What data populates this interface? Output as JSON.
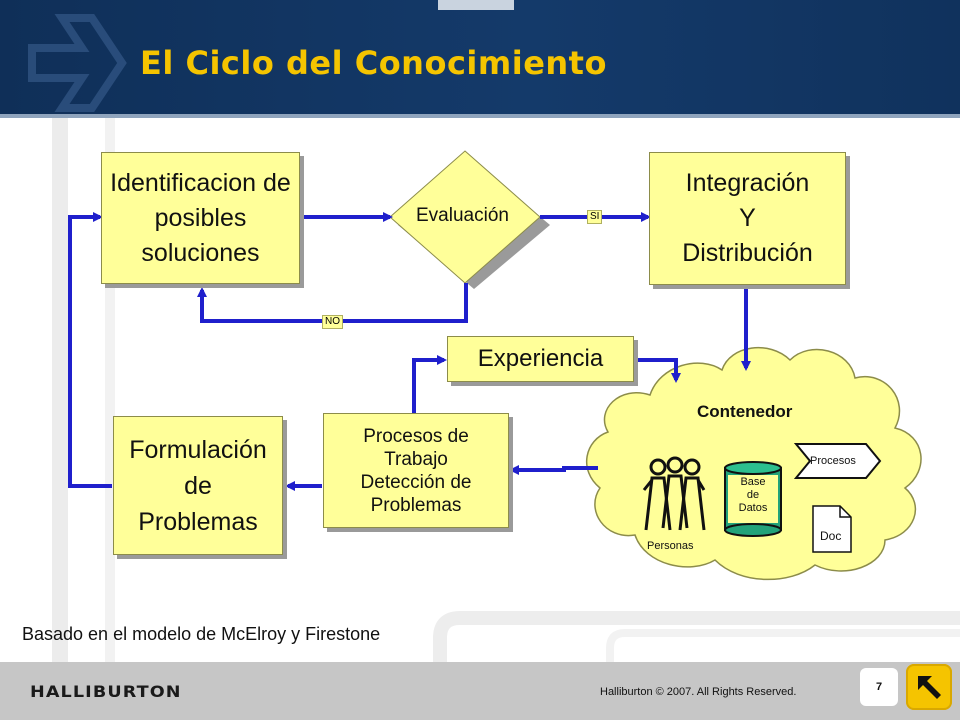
{
  "slide": {
    "title": "El Ciclo del Conocimiento",
    "caption": "Basado en el modelo de McElroy y Firestone",
    "footer": {
      "logo": "HALLIBURTON",
      "copyright": "Halliburton © 2007. All Rights Reserved.",
      "page_number": "7"
    }
  },
  "diagram": {
    "identificacion": [
      "Identificacion de",
      "posibles",
      "soluciones"
    ],
    "evaluacion": "Evaluación",
    "integracion": [
      "Integración",
      "Y",
      "Distribución"
    ],
    "experiencia": "Experiencia",
    "procesos_trabajo": [
      "Procesos de",
      "Trabajo",
      "Detección de",
      "Problemas"
    ],
    "formulacion": [
      "Formulación",
      "de",
      "Problemas"
    ],
    "si_label": "SI",
    "no_label": "NO",
    "contenedor": {
      "title": "Contenedor",
      "personas": "Personas",
      "base_datos": [
        "Base",
        "de",
        "Datos"
      ],
      "procesos": "Procesos",
      "doc": "Doc"
    }
  },
  "colors": {
    "header": "#143a6a",
    "title": "#f5c400",
    "box_fill": "#ffff99",
    "arrow": "#1f1fcc",
    "database": "#22a37a",
    "footer": "#c6c6c6"
  }
}
